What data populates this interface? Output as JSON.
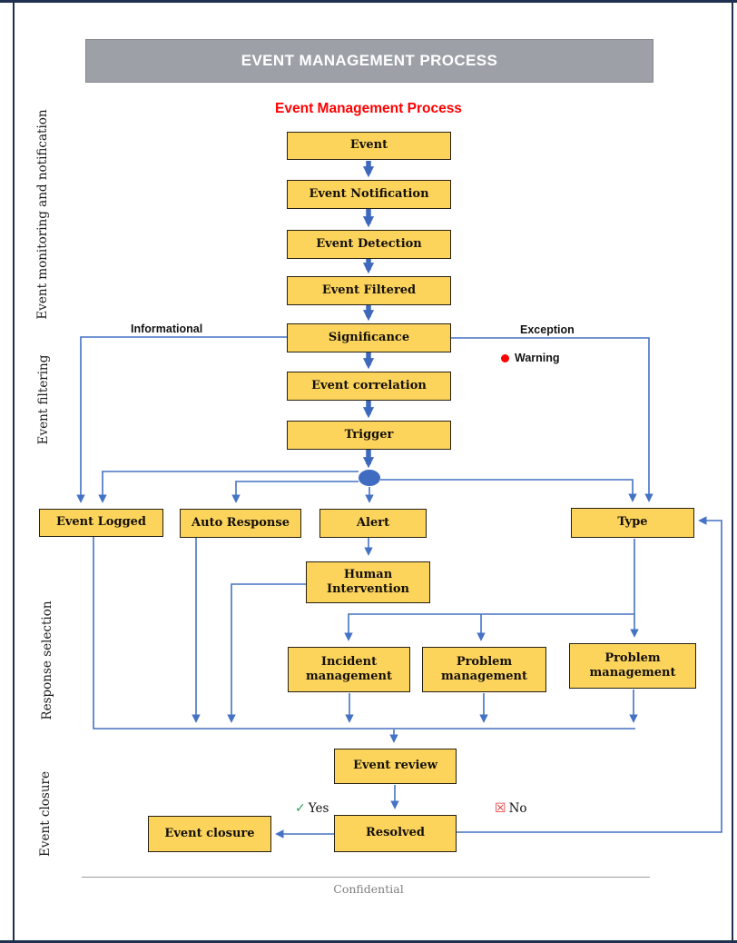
{
  "banner": {
    "title": "EVENT MANAGEMENT PROCESS"
  },
  "subtitle": "Event Management Process",
  "side_labels": [
    "Event monitoring and notification",
    "Event filtering",
    "Response selection",
    "Event closure"
  ],
  "nodes": {
    "event": "Event",
    "event_notification": "Event Notification",
    "event_detection": "Event Detection",
    "event_filtered": "Event Filtered",
    "significance": "Significance",
    "event_correlation": "Event correlation",
    "trigger": "Trigger",
    "event_logged": "Event Logged",
    "auto_response": "Auto Response",
    "alert": "Alert",
    "type": "Type",
    "human_intervention": "Human Intervention",
    "incident_management": "Incident management",
    "problem_management_a": "Problem management",
    "problem_management_b": "Problem management",
    "event_review": "Event review",
    "resolved": "Resolved",
    "event_closure": "Event closure"
  },
  "edge_labels": {
    "informational": "Informational",
    "exception": "Exception",
    "warning": "Warning",
    "yes": "Yes",
    "no": "No"
  },
  "icons": {
    "yes_check": "✓",
    "no_crossed_box": "☒"
  },
  "footer": {
    "text": "Confidential"
  },
  "colors": {
    "connector_blue": "#4472c4",
    "thick_arrow_blue": "#3e68bb",
    "node_fill_yellow": "#fcd45c",
    "node_border": "#262014",
    "banner_gray": "#9da1a7",
    "title_red": "#ff0000",
    "warning_red": "#ff0000",
    "yes_green": "#2da05a",
    "footer_gray": "#7f7f7f",
    "frame_navy": "#203050"
  }
}
